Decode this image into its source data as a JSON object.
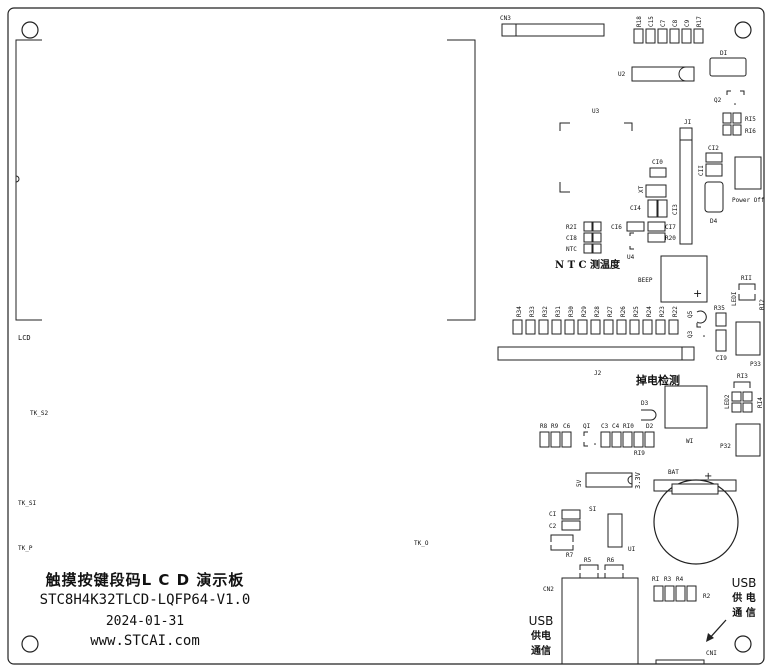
{
  "title": {
    "line1": "触摸按键段码L C D 演示板",
    "line2": "STC8H4K32TLCD-LQFP64-V1.0",
    "line3": "2024-01-31",
    "line4": "www.STCAI.com"
  },
  "usb_left": {
    "line1": "USB",
    "line2": "供电",
    "line3": "通信"
  },
  "usb_right": {
    "line1": "USB",
    "line2": "供 电",
    "line3": "通 信"
  },
  "labels": {
    "lcd": "LCD",
    "tk_s2": "TK_S2",
    "tk_s1": "TK_SI",
    "tk_p": "TK_P",
    "tk_o": "TK_O",
    "cn3": "CN3",
    "r18": "R18",
    "c15": "C15",
    "c7": "C7",
    "c8": "C8",
    "c9": "C9",
    "r17": "R17",
    "d1": "DI",
    "u2": "U2",
    "q2": "Q2",
    "r15": "RI5",
    "r16": "RI6",
    "u3": "U3",
    "j1": "JI",
    "c12": "CI2",
    "c11": "CII",
    "c10": "CI0",
    "xt": "XT",
    "c14": "CI4",
    "c13": "CI3",
    "power_off": "Power Off",
    "d4": "D4",
    "r21": "R2I",
    "c18": "CI8",
    "ntc": "NTC",
    "c16": "CI6",
    "c17": "CI7",
    "r20": "R20",
    "u4": "U4",
    "ntc_title": "N T C 测温度",
    "beep": "BEEP",
    "plus": "+",
    "r11": "RII",
    "r12": "RI2",
    "led1": "LEDI",
    "r35": "R35",
    "q5": "Q5",
    "q3": "Q3",
    "c19": "CI9",
    "p33": "P33",
    "j2": "J2",
    "r13": "RI3",
    "r14": "RI4",
    "led2": "LED2",
    "drop_title": "掉电检测",
    "d3": "D3",
    "w1": "WI",
    "p32": "P32",
    "r8": "R8",
    "r9": "R9",
    "c6": "C6",
    "q1": "QI",
    "c3": "C3",
    "c4": "C4",
    "r10": "RI0",
    "d2": "D2",
    "r19": "RI9",
    "v5": "5V",
    "v33": "3.3V",
    "bat": "BAT",
    "bat_plus": "+",
    "c1": "CI",
    "c2": "C2",
    "s1": "SI",
    "r7": "R7",
    "u1": "UI",
    "r5": "R5",
    "r6": "R6",
    "cn2": "CN2",
    "r1": "RI",
    "r3": "R3",
    "r4": "R4",
    "r2": "R2",
    "cn1": "CNI"
  },
  "resistor_row": [
    "R34",
    "R33",
    "R32",
    "R31",
    "R30",
    "R29",
    "R28",
    "R27",
    "R26",
    "R25",
    "R24",
    "R23",
    "R22"
  ]
}
